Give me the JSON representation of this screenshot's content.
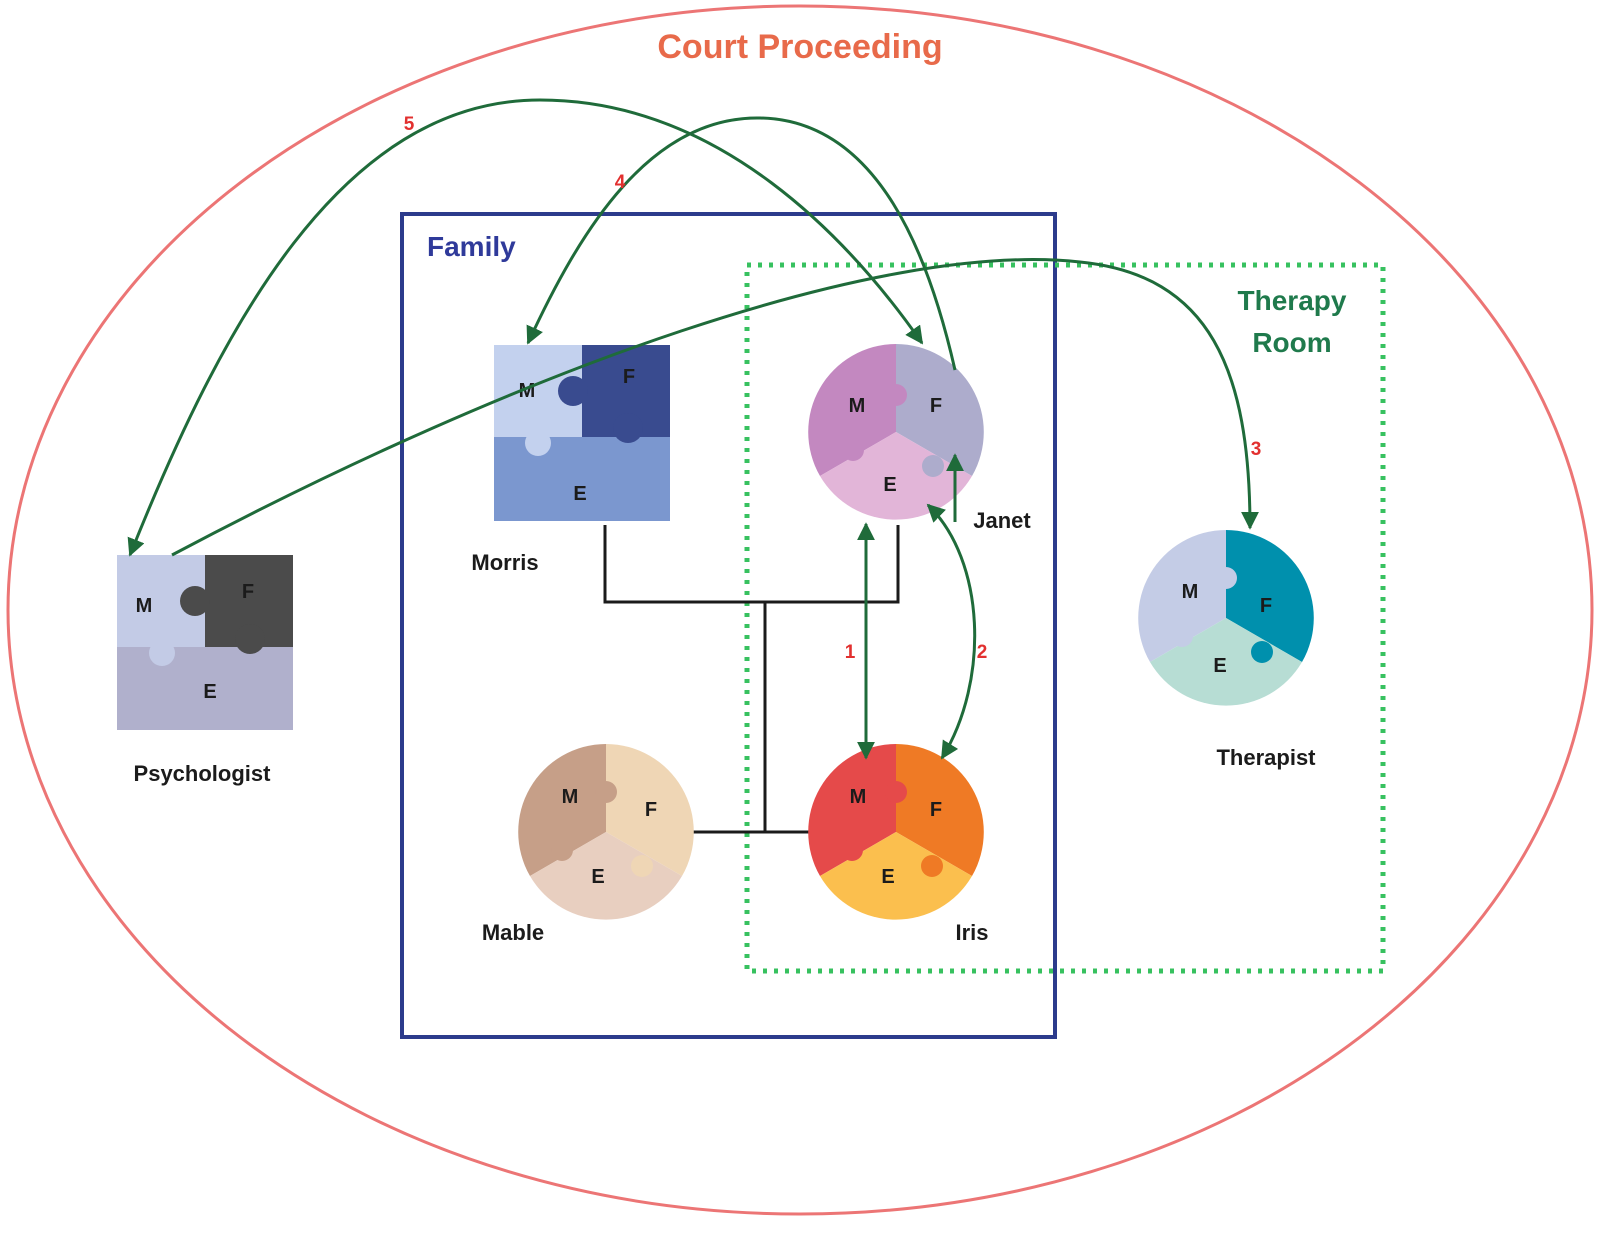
{
  "containers": {
    "court": "Court Proceeding",
    "family": "Family",
    "therapy_line1": "Therapy",
    "therapy_line2": "Room"
  },
  "pieces": {
    "m": "M",
    "f": "F",
    "e": "E"
  },
  "people": {
    "psychologist": {
      "name": "Psychologist",
      "colors": {
        "m": "#c3cbe6",
        "f": "#4b4b4b",
        "e": "#b0b0cc"
      }
    },
    "morris": {
      "name": "Morris",
      "colors": {
        "m": "#c3d1ee",
        "f": "#394b8f",
        "e": "#7b97cf"
      }
    },
    "janet": {
      "name": "Janet",
      "colors": {
        "m": "#c388c0",
        "f": "#adaccc",
        "e": "#e2b5d8"
      }
    },
    "therapist": {
      "name": "Therapist",
      "colors": {
        "m": "#c4cce6",
        "f": "#0090ad",
        "e": "#b7ddd4"
      }
    },
    "mable": {
      "name": "Mable",
      "colors": {
        "m": "#c69f88",
        "f": "#efd6b5",
        "e": "#e8cfc0"
      }
    },
    "iris": {
      "name": "Iris",
      "colors": {
        "m": "#e54a4a",
        "f": "#ef7a25",
        "e": "#fbbf4e"
      }
    }
  },
  "arrow_labels": [
    "1",
    "2",
    "3",
    "4",
    "5"
  ],
  "colors": {
    "court_border": "#ec7575",
    "family_border": "#2c3b8c",
    "therapy_border": "#37c15f",
    "arrow": "#1f6b3a",
    "number": "#e2302f"
  }
}
